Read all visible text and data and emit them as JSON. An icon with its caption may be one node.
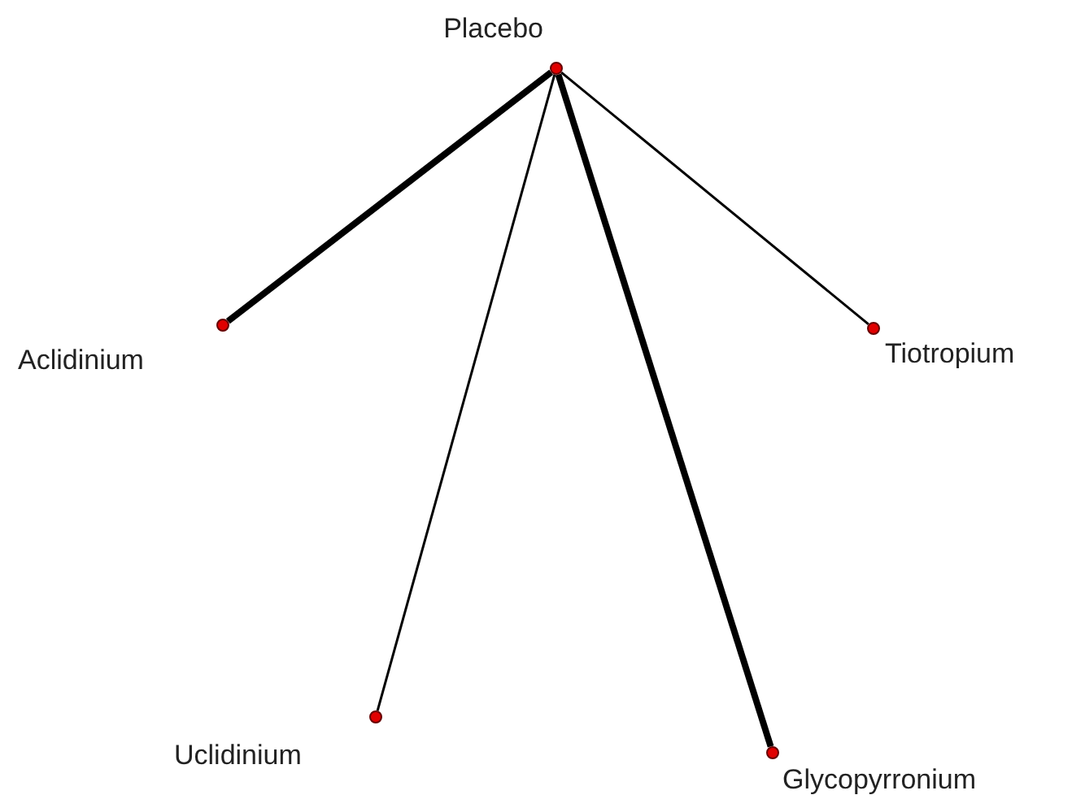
{
  "diagram": {
    "nodes": [
      {
        "text": [
          "Placebo"
        ]
      },
      {
        "text": [
          "Aclidinium"
        ]
      },
      {
        "text": [
          "Tiotropium"
        ]
      },
      {
        "text": [
          "Uclidinium"
        ]
      },
      {
        "text": [
          "Glycopyrronium"
        ]
      }
    ],
    "edges": [
      {
        "from": 0,
        "to": 1,
        "arrow": "none",
        "style": "thick"
      },
      {
        "from": 0,
        "to": 3,
        "arrow": "none"
      },
      {
        "from": 0,
        "to": 4,
        "arrow": "none",
        "style": "thick"
      },
      {
        "from": 0,
        "to": 2,
        "arrow": "none"
      }
    ]
  }
}
